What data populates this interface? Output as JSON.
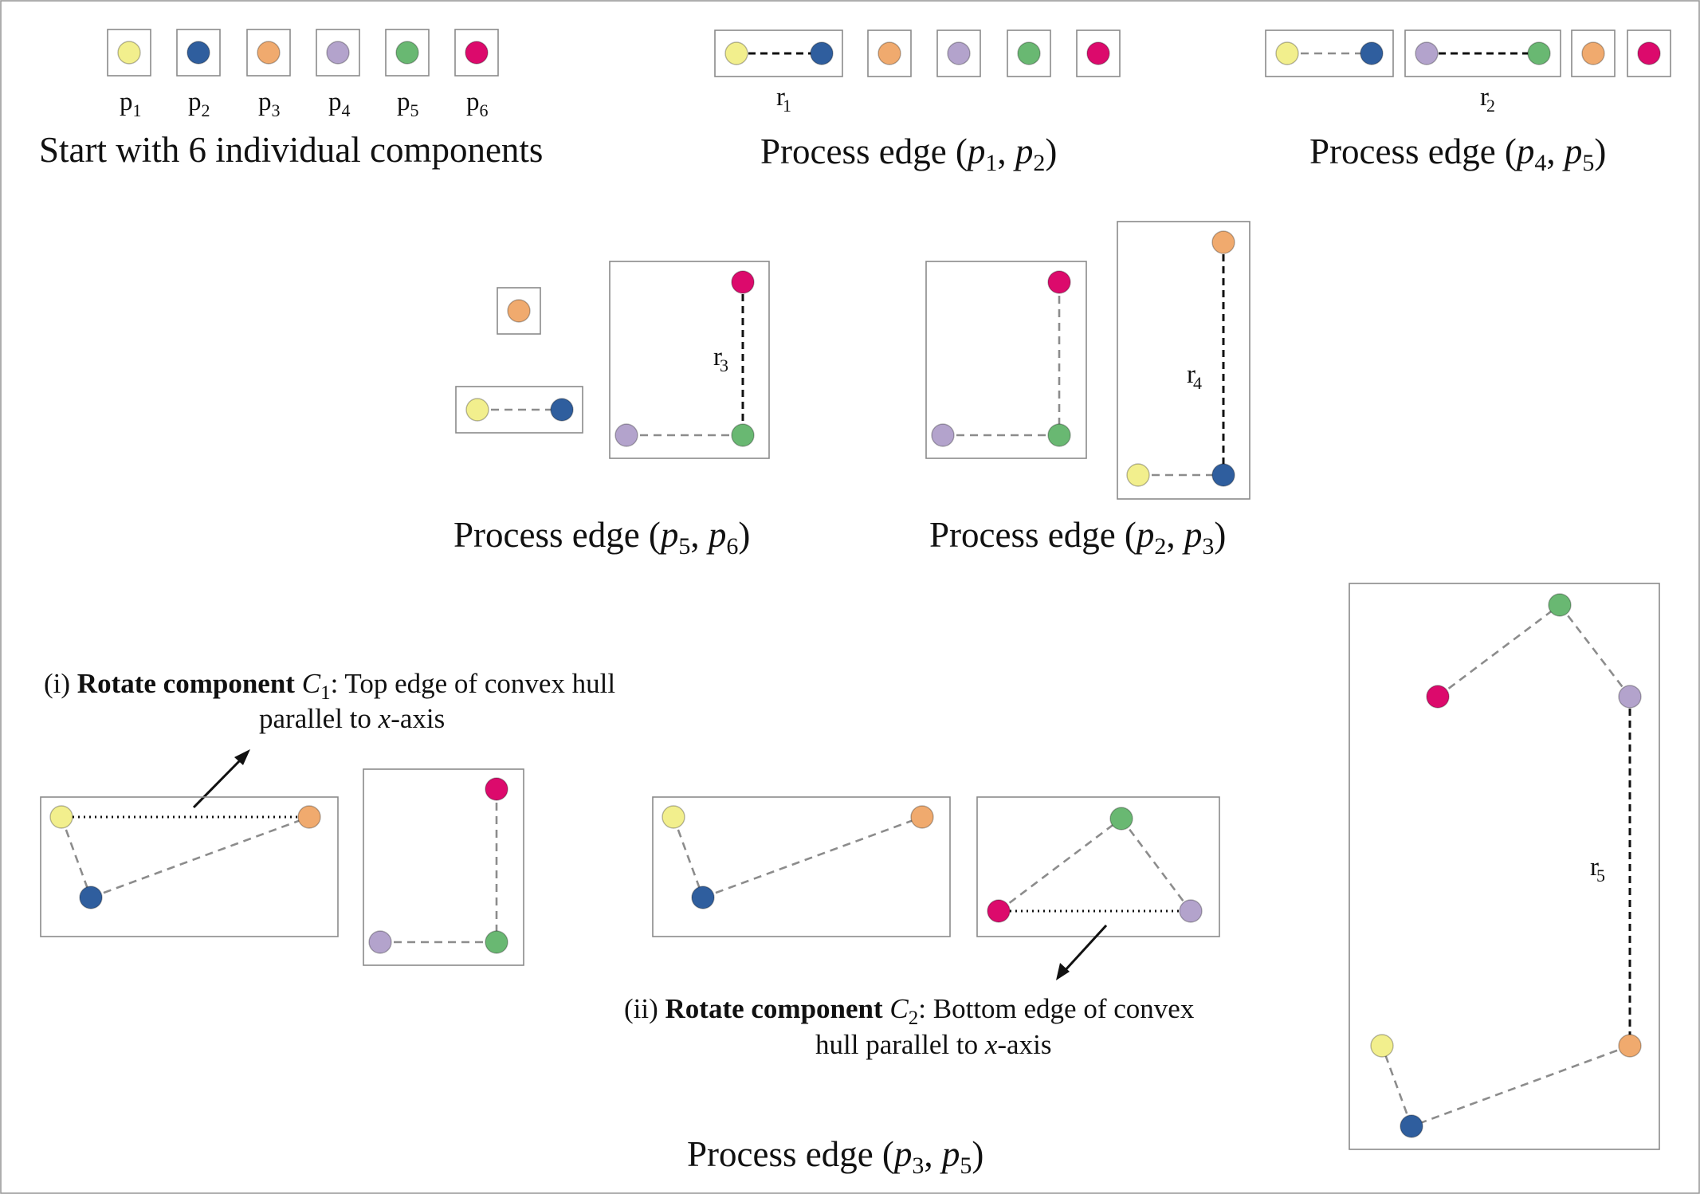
{
  "colors": {
    "p1": "#f2ef8d",
    "p2": "#2f5e9e",
    "p3": "#f0aa6e",
    "p4": "#b3a3cc",
    "p5": "#69b872",
    "p6": "#dc0a6c"
  },
  "point_labels": [
    "p",
    "1",
    "p",
    "2",
    "p",
    "3",
    "p",
    "4",
    "p",
    "5",
    "p",
    "6"
  ],
  "run_labels": {
    "r1": [
      "r",
      "1"
    ],
    "r2": [
      "r",
      "2"
    ],
    "r3": [
      "r",
      "3"
    ],
    "r4": [
      "r",
      "4"
    ],
    "r5": [
      "r",
      "5"
    ]
  },
  "captions": {
    "start": "Start with 6 individual components",
    "edge_p1_p2": [
      "Process edge (",
      "p",
      "1",
      ", ",
      "p",
      "2",
      ")"
    ],
    "edge_p4_p5": [
      "Process edge (",
      "p",
      "4",
      ", ",
      "p",
      "5",
      ")"
    ],
    "edge_p5_p6": [
      "Process edge (",
      "p",
      "5",
      ", ",
      "p",
      "6",
      ")"
    ],
    "edge_p2_p3": [
      "Process edge (",
      "p",
      "2",
      ", ",
      "p",
      "3",
      ")"
    ],
    "edge_p3_p5": [
      "Process edge (",
      "p",
      "3",
      ", ",
      "p",
      "5",
      ")"
    ]
  },
  "annotations": {
    "rotate_c1": {
      "line1": [
        "(i) ",
        "Rotate component ",
        "C",
        "1",
        ": Top edge of convex hull"
      ],
      "line2": [
        "parallel to ",
        "x",
        "-axis"
      ]
    },
    "rotate_c2": {
      "line1": [
        "(ii) ",
        "Rotate component ",
        "C",
        "2",
        ": Bottom edge of convex"
      ],
      "line2": [
        "hull parallel to ",
        "x",
        "-axis"
      ]
    }
  }
}
